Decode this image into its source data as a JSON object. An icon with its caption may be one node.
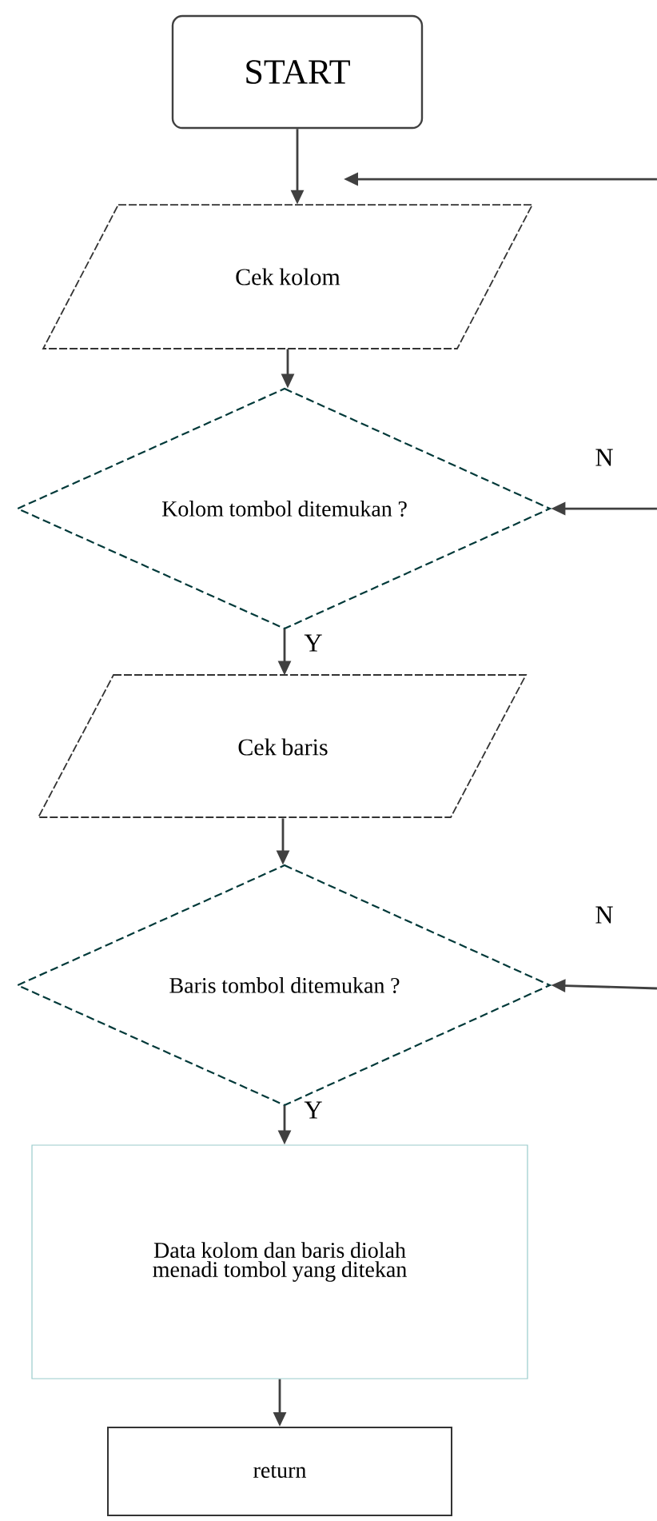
{
  "diagram": {
    "nodes": [
      {
        "text": [
          "START"
        ]
      },
      {
        "text": [
          "Cek kolom"
        ]
      },
      {
        "text": [
          "Kolom tombol ditemukan ?"
        ]
      },
      {
        "text": [
          "Cek baris"
        ]
      },
      {
        "text": [
          "Baris tombol ditemukan ?"
        ]
      },
      {
        "text": [
          "Data kolom dan baris diolah menadi tombol yang ditekan"
        ]
      },
      {
        "text": [
          "return"
        ]
      }
    ],
    "edges": [
      {
        "from": 0,
        "to": 1,
        "arrow": "to"
      },
      {
        "from": null,
        "to": 1,
        "arrow": "to"
      },
      {
        "from": 1,
        "to": 2,
        "arrow": "to"
      },
      {
        "from": null,
        "to": 2,
        "arrow": "to",
        "label": "N"
      },
      {
        "from": 2,
        "to": 3,
        "arrow": "to",
        "label": "Y"
      },
      {
        "from": 3,
        "to": 4,
        "arrow": "to"
      },
      {
        "from": null,
        "to": 4,
        "arrow": "to",
        "label": "N"
      },
      {
        "from": 4,
        "to": 5,
        "arrow": "to",
        "label": "Y"
      },
      {
        "from": 5,
        "to": 6,
        "arrow": "to"
      }
    ]
  }
}
